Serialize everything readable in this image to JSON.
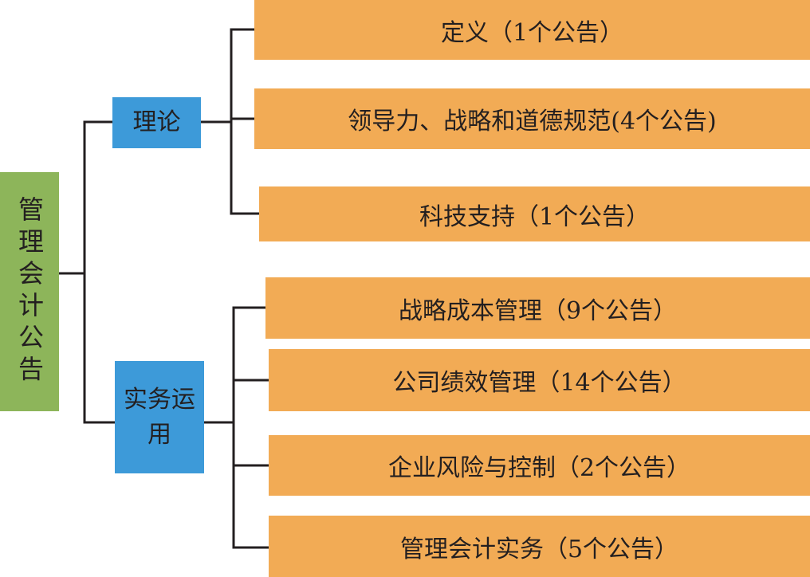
{
  "root": {
    "label": "管理会计公告"
  },
  "categories": [
    {
      "label": "理论",
      "items": [
        {
          "label": "定义（1个公告）"
        },
        {
          "label": "领导力、战略和道德规范(4个公告)"
        },
        {
          "label": "科技支持（1个公告）"
        }
      ]
    },
    {
      "label": "实务运用",
      "items": [
        {
          "label": "战略成本管理（9个公告）"
        },
        {
          "label": "公司绩效管理（14个公告）"
        },
        {
          "label": "企业风险与控制（2个公告）"
        },
        {
          "label": "管理会计实务（5个公告）"
        }
      ]
    }
  ],
  "colors": {
    "root": "#8db55a",
    "category": "#3d9ad9",
    "leaf": "#f2ab55",
    "connector": "#231f20"
  }
}
